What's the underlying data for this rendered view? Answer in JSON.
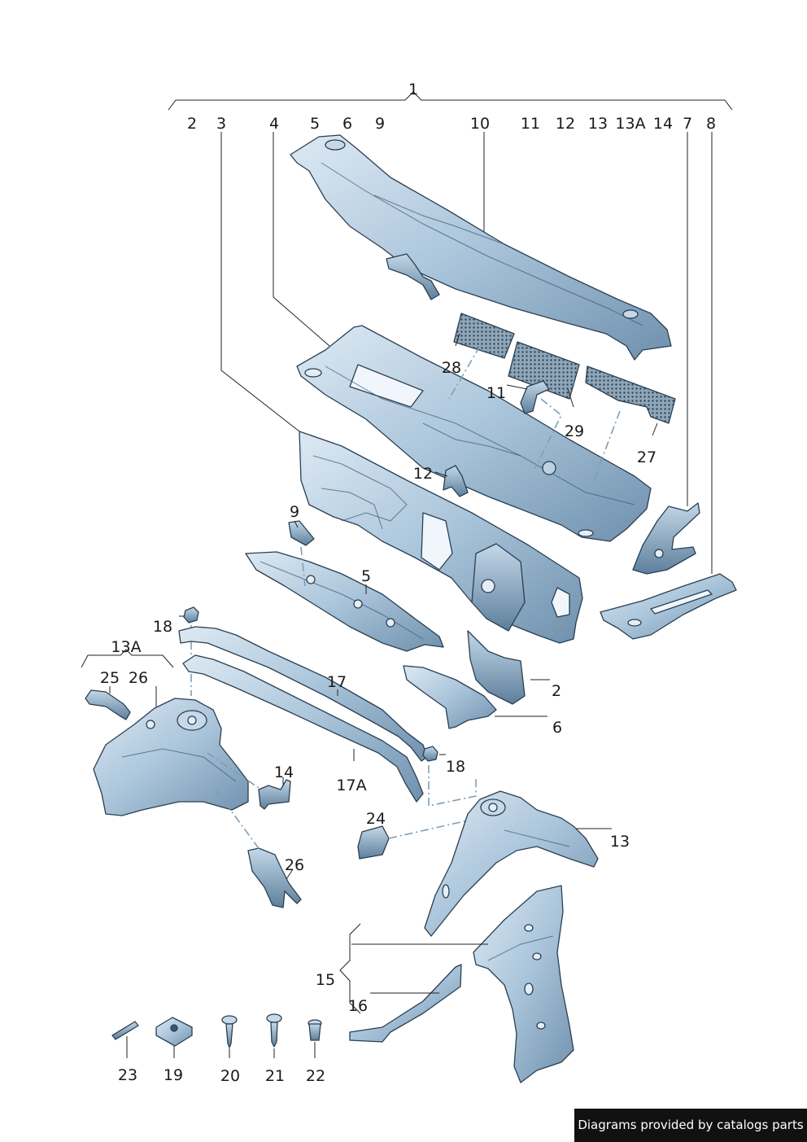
{
  "labels": {
    "l1": "1",
    "l2": "2",
    "l3": "3",
    "l4": "4",
    "l5": "5",
    "l6": "6",
    "l9": "9",
    "l10": "10",
    "l11": "11",
    "l12": "12",
    "l13": "13",
    "l13a": "13A",
    "l14": "14",
    "l7": "7",
    "l8": "8",
    "l28": "28",
    "l11b": "11",
    "l29": "29",
    "l27": "27",
    "l12b": "12",
    "l9b": "9",
    "l5b": "5",
    "l18a": "18",
    "l13ab": "13A",
    "l25": "25",
    "l26a": "26",
    "l17": "17",
    "l2b": "2",
    "l6b": "6",
    "l18b": "18",
    "l14b": "14",
    "l17a": "17A",
    "l24": "24",
    "l13b": "13",
    "l26b": "26",
    "l15": "15",
    "l16": "16",
    "l23": "23",
    "l19": "19",
    "l20": "20",
    "l21": "21",
    "l22": "22"
  },
  "credit": "Diagrams provided by catalogs parts"
}
